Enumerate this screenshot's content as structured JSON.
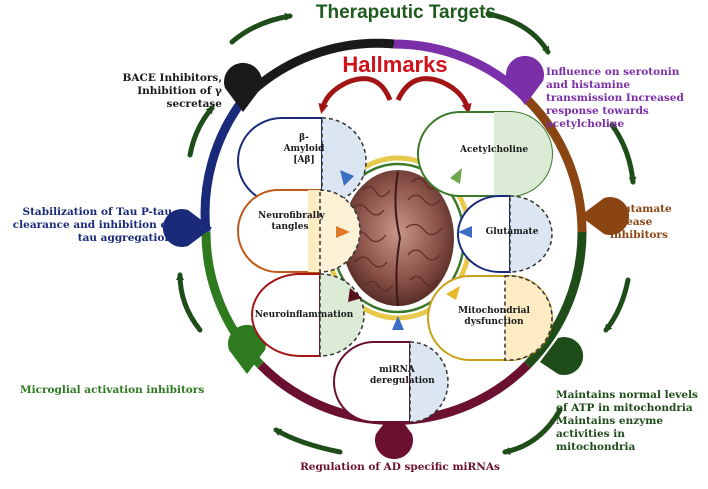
{
  "title": "Therapeutic Targets",
  "center_title": "Hallmarks",
  "hallmarks": {
    "amyloid": "β-Amyloid [Aβ]",
    "acetylcholine": "Acetylcholine",
    "neurofibrillary": "Neurofibrally tangles",
    "glutamate": "Glutamate",
    "neuroinflammation": "Neuroinflammation",
    "mitochondrial": "Mitochondrial dysfunction",
    "mirna": "miRNA deregulation"
  },
  "targets": {
    "bace": "BACE Inhibitors, Inhibition of γ secretase",
    "serotonin": "Influence on serotonin and histamine transmission Increased response towards acetylcholine",
    "glutamate_release": "Glutamate release inhibitors",
    "tau": "Stabilization of Tau P-tau clearance and inhibition of tau aggregation",
    "microglial": "Microglial activation inhibitors",
    "atp": "Maintains normal levels of ATP in mitochondria Maintains enzyme activities in mitochondria",
    "mirnas": "Regulation of AD specific miRNAs"
  },
  "colors": {
    "title": "#1e5b1e",
    "center_title": "#d0121b",
    "black": "#1a1a1a",
    "purple": "#7b2fa8",
    "brown": "#8b4513",
    "navy": "#1a2a7a",
    "green": "#2d7a1f",
    "darkgreen": "#1f4d1a",
    "maroon": "#6b1030"
  }
}
